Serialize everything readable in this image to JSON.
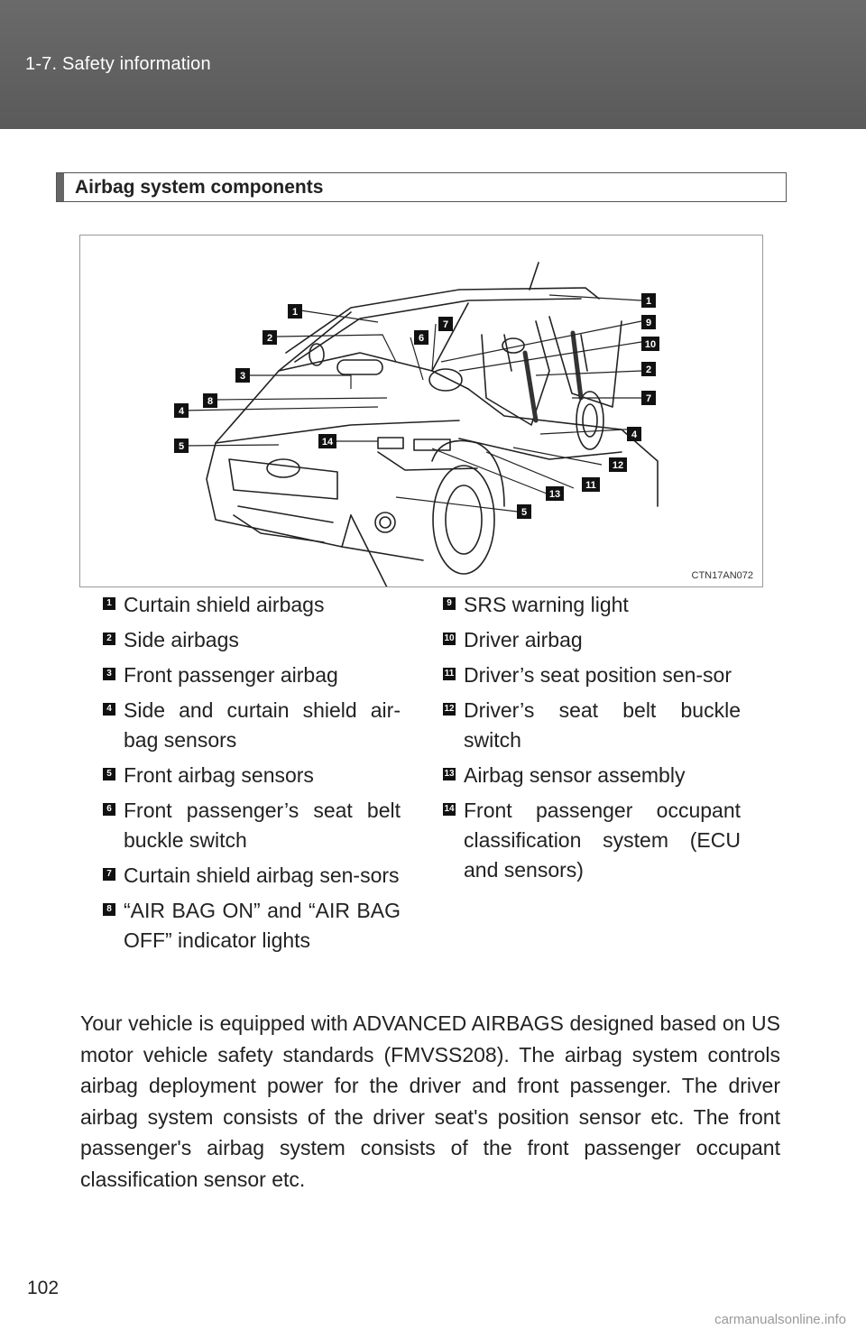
{
  "header": {
    "section": "1-7. Safety information"
  },
  "section_title": "Airbag system components",
  "figure": {
    "code": "CTN17AN072"
  },
  "legend_left": [
    {
      "num": "1",
      "label": "Curtain shield airbags"
    },
    {
      "num": "2",
      "label": "Side airbags"
    },
    {
      "num": "3",
      "label": "Front passenger airbag"
    },
    {
      "num": "4",
      "label": "Side and curtain shield air-bag sensors"
    },
    {
      "num": "5",
      "label": "Front airbag sensors"
    },
    {
      "num": "6",
      "label": "Front passenger’s seat belt buckle switch"
    },
    {
      "num": "7",
      "label": "Curtain shield airbag sen-sors"
    },
    {
      "num": "8",
      "label": "“AIR BAG ON” and “AIR BAG OFF” indicator lights"
    }
  ],
  "legend_right": [
    {
      "num": "9",
      "label": "SRS warning light"
    },
    {
      "num": "10",
      "label": "Driver airbag"
    },
    {
      "num": "11",
      "label": "Driver’s seat position sen-sor"
    },
    {
      "num": "12",
      "label": "Driver’s seat belt buckle switch"
    },
    {
      "num": "13",
      "label": "Airbag sensor assembly"
    },
    {
      "num": "14",
      "label": "Front passenger occupant classification system (ECU and sensors)"
    }
  ],
  "body_text": "Your vehicle is equipped with ADVANCED AIRBAGS designed based on US motor vehicle safety standards (FMVSS208). The airbag system controls airbag deployment power for the driver and front passenger. The driver airbag system consists of the driver seat's position sensor etc. The front passenger's airbag system consists of the front passenger occupant classification sensor etc.",
  "page_number": "102",
  "watermark": "carmanualsonline.info",
  "callouts": {
    "c1a": "1",
    "c1b": "1",
    "c2a": "2",
    "c2b": "2",
    "c3": "3",
    "c4a": "4",
    "c4b": "4",
    "c5a": "5",
    "c5b": "5",
    "c6": "6",
    "c7a": "7",
    "c7b": "7",
    "c8": "8",
    "c9": "9",
    "c10": "10",
    "c11": "11",
    "c12": "12",
    "c13": "13",
    "c14": "14"
  }
}
